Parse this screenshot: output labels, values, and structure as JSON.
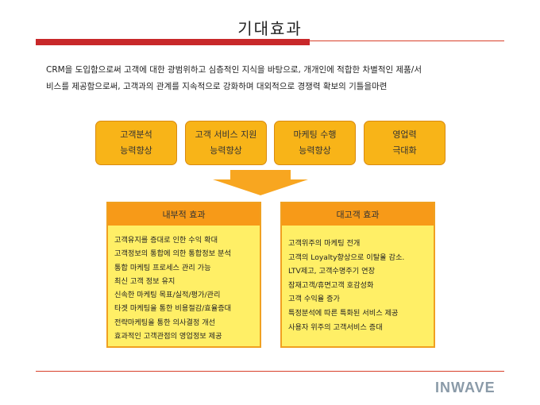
{
  "title": "기대효과",
  "intro": [
    "CRM을 도입함으로써 고객에 대한 광범위하고 심층적인 지식을 바탕으로, 개개인에 적합한 차별적인 제품/서",
    "비스를 제공함으로써, 고객과의 관계를 지속적으로 강화하며 대외적으로 경쟁력 확보의 기틀을마련"
  ],
  "top_boxes": [
    {
      "line1": "고객분석",
      "line2": "능력향상"
    },
    {
      "line1": "고객 서비스 지원",
      "line2": "능력향상"
    },
    {
      "line1": "마케팅 수행",
      "line2": "능력향상"
    },
    {
      "line1": "영업력",
      "line2": "극대화"
    }
  ],
  "internal": {
    "title": "내부적 효과",
    "items": [
      "고객유지를 증대로 인한 수익 확대",
      "고객정보의 통합에 의한 통합정보 분석",
      "통합 마케팅 프로세스 관리 가능",
      "최신 고객 정보 유지",
      "신속한 마케팅 목표/실적/평가/관리",
      "타겟 마케팅을 통한 비용절감/효율증대",
      "전략마케팅을 통한 의사결정 개선",
      "효과적인 고객관점의 영업정보 제공"
    ]
  },
  "external": {
    "title": "대고객 효과",
    "items": [
      "고객위주의 마케팅 전개",
      "고객의 Loyalty향상으로 이탈율 감소.",
      "LTV제고, 고객수명주기 연장",
      "잠재고객/휴면고객 호감성화",
      "고객 수익율 증가",
      "특정분석에 따른 특화된 서비스 제공",
      "사용자 위주의 고객서비스 증대"
    ]
  },
  "logo": "INWAVE",
  "colors": {
    "accent_red": "#c8282a",
    "box_orange": "#f8b418",
    "panel_yellow": "#ffef66",
    "panel_head": "#f79a18"
  }
}
